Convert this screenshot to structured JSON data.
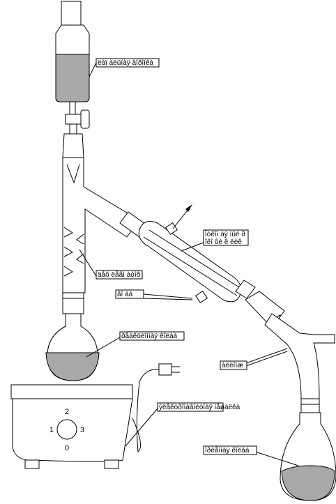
{
  "labels": {
    "funnel": "ëàï àëüíàÿ âîðîíêà",
    "condenser": "Îòêîí àÿ íûé ðîêî ôè ê ëèê",
    "column": "äåô ëåãì àòîð",
    "water": "âî äà",
    "flask": "ðåàêöèîííàÿ êîëáà",
    "adapter": "àëëîíæ",
    "stirrer": "ýëåêòðîìàãíèòíàÿ ìåøàëêà",
    "receiver": "ïðèåìíàÿ êîëáà"
  },
  "dial": {
    "top": "2",
    "left": "1",
    "right": "3",
    "bottom": "0"
  }
}
